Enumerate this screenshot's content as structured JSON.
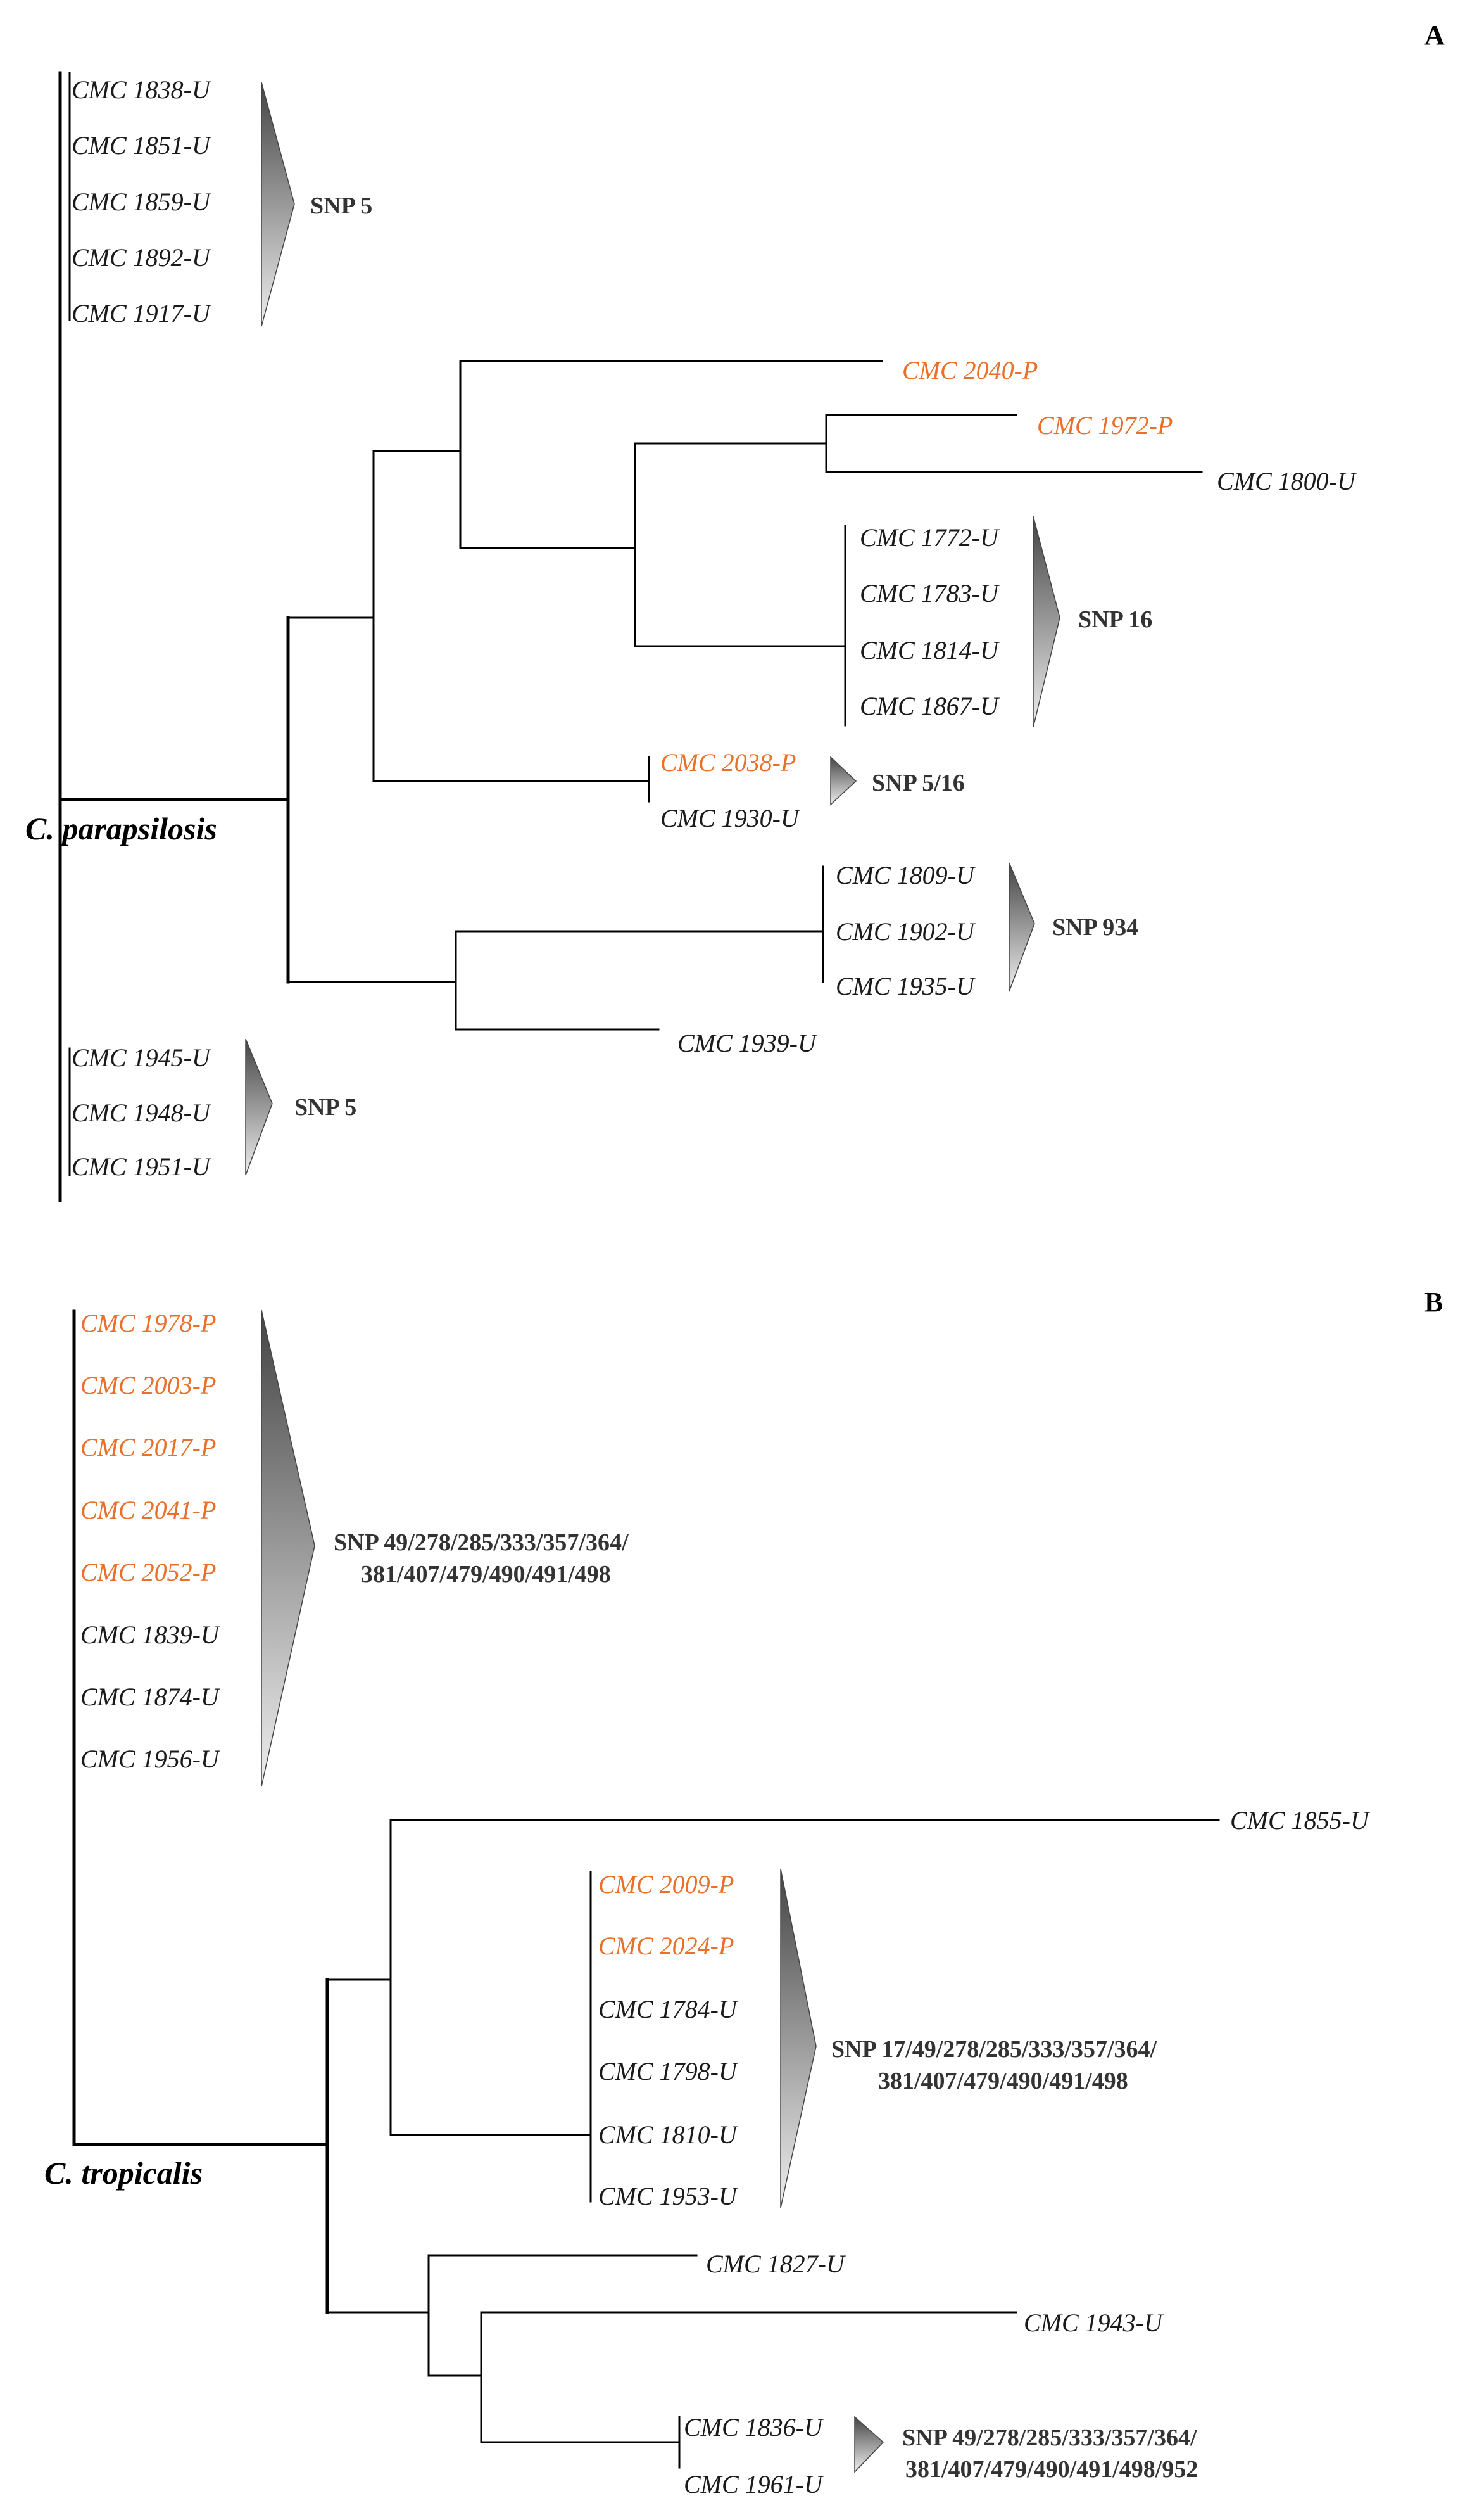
{
  "colors": {
    "patient_isolate": "#e8702a",
    "unit_isolate": "#1a1a1a",
    "branch": "#000000",
    "collapsed_clade_gradient": [
      "#444444",
      "#eeeeee"
    ]
  },
  "panel_a": {
    "label": "A",
    "species": "C. parapsilosis",
    "groups": {
      "g1": {
        "leaves": [
          "CMC 1838-U",
          "CMC 1851-U",
          "CMC 1859-U",
          "CMC 1892-U",
          "CMC 1917-U"
        ],
        "snp": "SNP 5"
      },
      "g2040": {
        "leaves": [
          "CMC 2040-P"
        ]
      },
      "g1972": {
        "leaves": [
          "CMC 1972-P"
        ]
      },
      "g1800": {
        "leaves": [
          "CMC 1800-U"
        ]
      },
      "g4": {
        "leaves": [
          "CMC 1772-U",
          "CMC 1783-U",
          "CMC 1814-U",
          "CMC 1867-U"
        ],
        "snp": "SNP 16"
      },
      "g2038": {
        "leaves": [
          "CMC 2038-P",
          "CMC 1930-U"
        ],
        "snp": "SNP 5/16"
      },
      "g934": {
        "leaves": [
          "CMC 1809-U",
          "CMC 1902-U",
          "CMC 1935-U"
        ],
        "snp": "SNP 934"
      },
      "g1939": {
        "leaves": [
          "CMC 1939-U"
        ]
      },
      "g5": {
        "leaves": [
          "CMC 1945-U",
          "CMC 1948-U",
          "CMC 1951-U"
        ],
        "snp": "SNP 5"
      }
    }
  },
  "panel_b": {
    "label": "B",
    "species": "C. tropicalis",
    "groups": {
      "g8": {
        "leaves": [
          "CMC 1978-P",
          "CMC 2003-P",
          "CMC 2017-P",
          "CMC 2041-P",
          "CMC 2052-P",
          "CMC 1839-U",
          "CMC 1874-U",
          "CMC 1956-U"
        ],
        "snp": [
          "SNP 49/278/285/333/357/364/",
          "381/407/479/490/491/498"
        ]
      },
      "g1855": {
        "leaves": [
          "CMC 1855-U"
        ]
      },
      "g6": {
        "leaves": [
          "CMC 2009-P",
          "CMC 2024-P",
          "CMC 1784-U",
          "CMC 1798-U",
          "CMC 1810-U",
          "CMC 1953-U"
        ],
        "snp": [
          "SNP 17/49/278/285/333/357/364/",
          "381/407/479/490/491/498"
        ]
      },
      "g1827": {
        "leaves": [
          "CMC 1827-U"
        ]
      },
      "g1943": {
        "leaves": [
          "CMC 1943-U"
        ]
      },
      "g2": {
        "leaves": [
          "CMC 1836-U",
          "CMC 1961-U"
        ],
        "snp": [
          "SNP 49/278/285/333/357/364/",
          "381/407/479/490/491/498/952"
        ]
      }
    }
  }
}
